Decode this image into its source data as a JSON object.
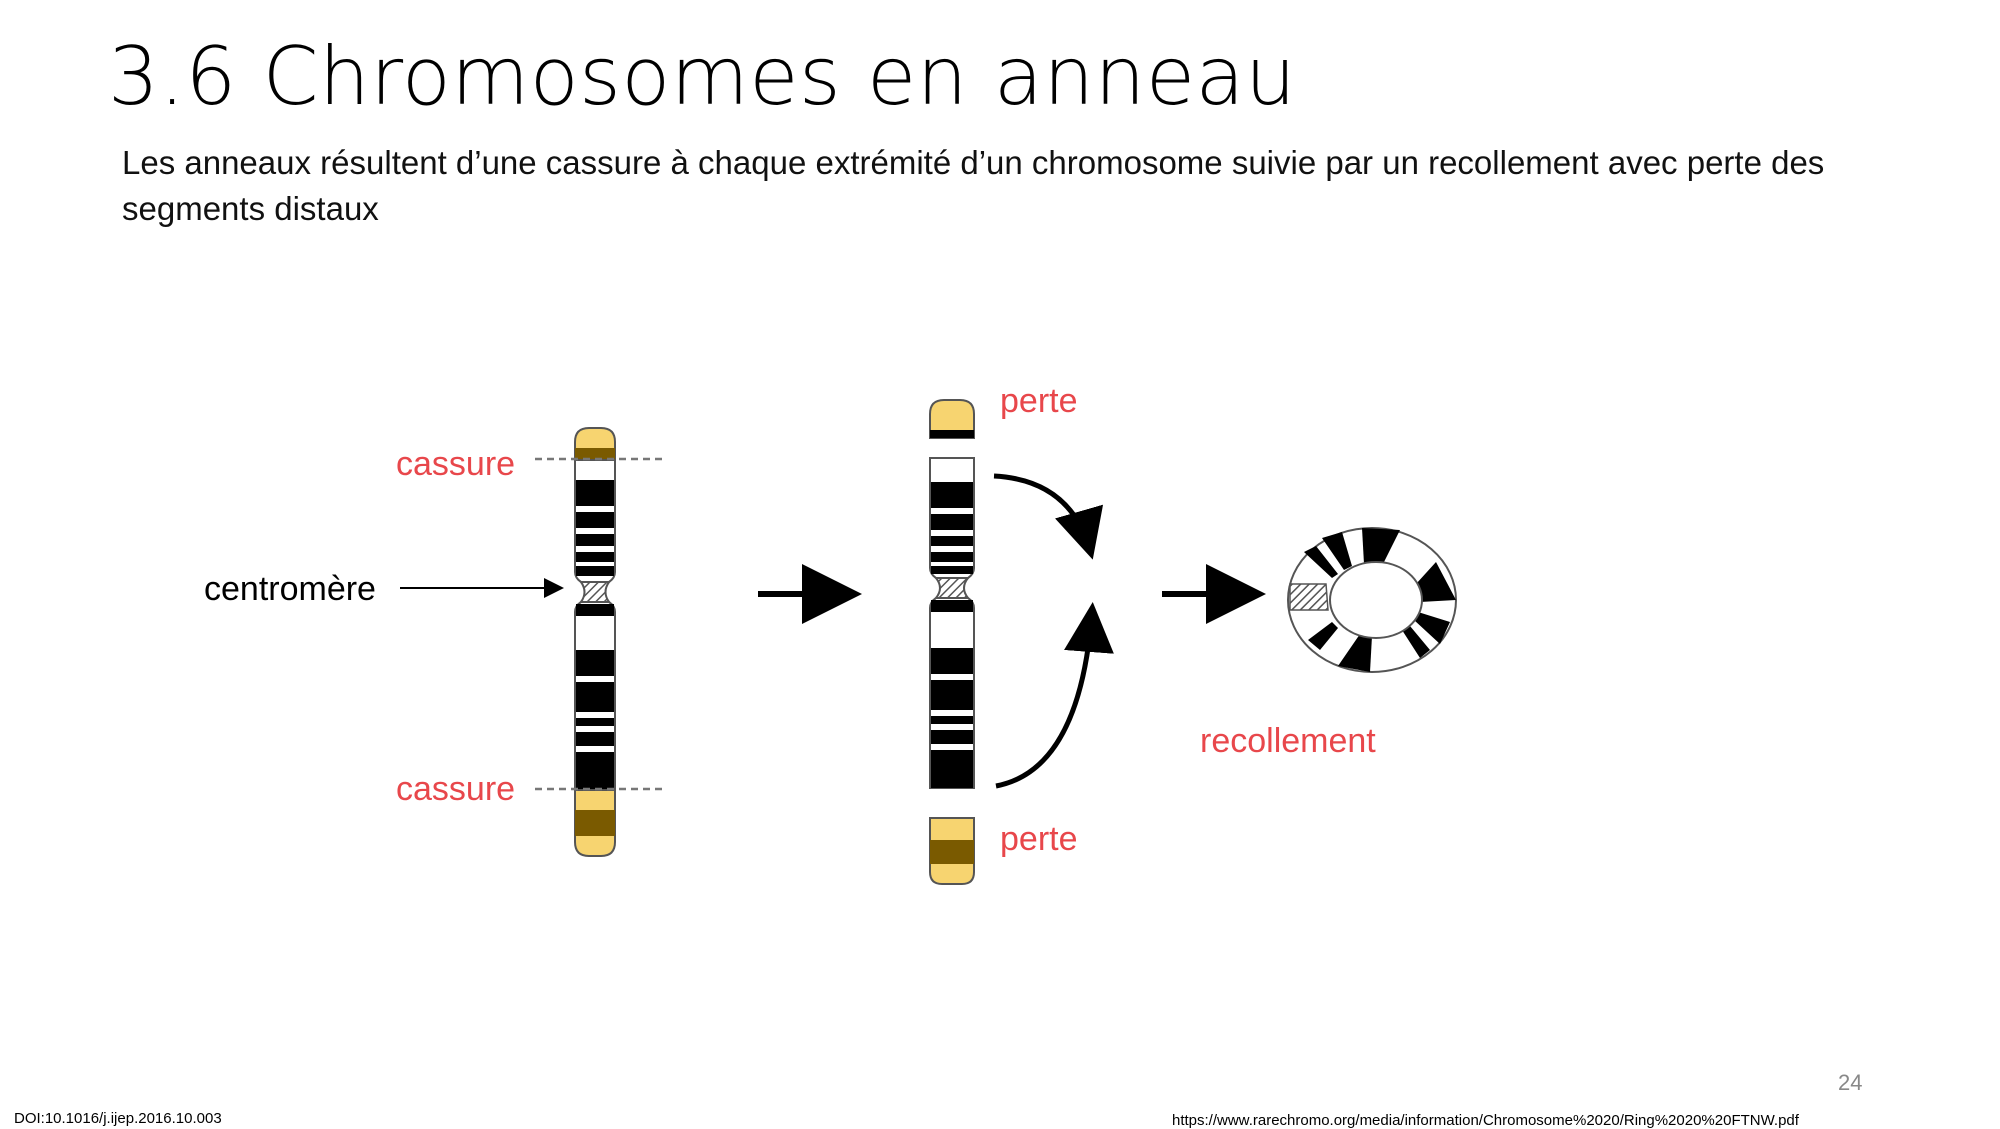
{
  "slide": {
    "title": "3.6 Chromosomes en anneau",
    "subtitle": "Les anneaux résultent d’une cassure à chaque extrémité d’un chromosome suivie par un recollement avec perte des segments distaux",
    "page_number": "24"
  },
  "diagram": {
    "label_cassure_top": "cassure",
    "label_cassure_bottom": "cassure",
    "label_centromere": "centromère",
    "label_perte_top": "perte",
    "label_perte_bottom": "perte",
    "label_recollement": "recollement"
  },
  "references": {
    "doi": "DOI:10.1016/j.ijep.2016.10.003",
    "url": "https://www.rarechromo.org/media/information/Chromosome%2020/Ring%2020%20FTNW.pdf"
  },
  "colors": {
    "accent_red": "#e8474b",
    "lost_segment_yellow": "#f7d470",
    "lost_segment_band": "#7a5a00"
  }
}
